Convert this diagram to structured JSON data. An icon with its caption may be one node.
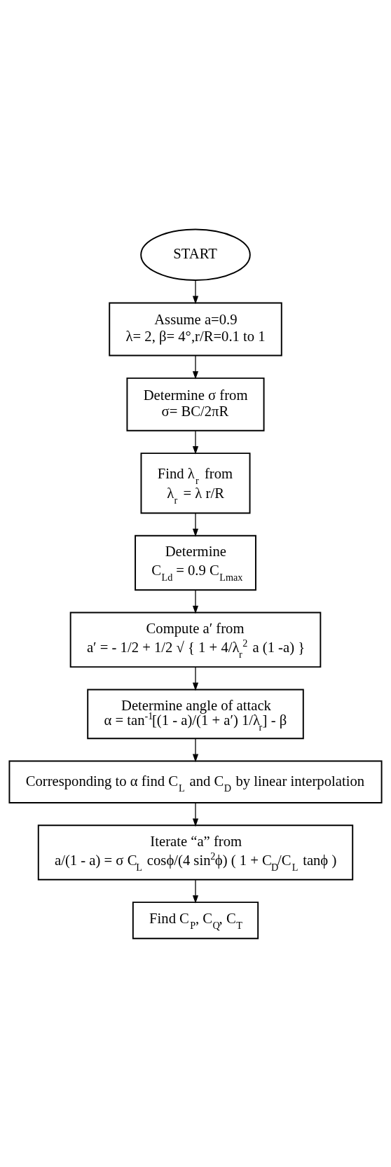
{
  "diagram": {
    "nodes": [
      {
        "text": [
          "START"
        ]
      },
      {
        "text": [
          "Assume a=0.9",
          "λ= 2, β= 4°,r/R=0.1 to 1"
        ]
      },
      {
        "text": [
          "Determine σ from",
          "σ= BC/2πR"
        ]
      },
      {
        "text": [
          "Find λ$_{r}$ from",
          "λ$_{r}$ = λ r/R"
        ]
      },
      {
        "text": [
          "Determine",
          "C$_{Ld}$ = 0.9 C$_{Lmax}$"
        ]
      },
      {
        "text": [
          "Compute a′ from",
          "a′ = - 1/2 + 1/2 √ { 1 + 4/λ$_{r}$$^{2}$ a (1 -a) }"
        ]
      },
      {
        "text": [
          "Determine angle of attack",
          "α = tan$^{-1}$[(1 - a)/(1 + a′) 1/λ$_{r}$] - β"
        ]
      },
      {
        "text": [
          "Corresponding to α find C$_{L}$ and C$_{D}$ by linear interpolation"
        ]
      },
      {
        "text": [
          "Iterate “a” from",
          "a/(1 - a) = σ C$_{L}$ cosϕ/(4 sin$^{2}$ϕ) ( 1 + C$_{D}$/C$_{L}$ tanϕ )"
        ]
      },
      {
        "text": [
          "Find C$_{P}$, C$_{Q}$, C$_{T}$"
        ]
      }
    ],
    "edges": [
      {
        "from": 0,
        "to": 1,
        "arrow": "to"
      },
      {
        "from": 1,
        "to": 2,
        "arrow": "to"
      },
      {
        "from": 2,
        "to": 3,
        "arrow": "to"
      },
      {
        "from": 3,
        "to": 4,
        "arrow": "to"
      },
      {
        "from": 4,
        "to": 5,
        "arrow": "to"
      },
      {
        "from": 5,
        "to": 6,
        "arrow": "to"
      },
      {
        "from": 6,
        "to": 7,
        "arrow": "to"
      },
      {
        "from": 7,
        "to": 8,
        "arrow": "to"
      },
      {
        "from": 8,
        "to": 9,
        "arrow": "to"
      }
    ]
  }
}
